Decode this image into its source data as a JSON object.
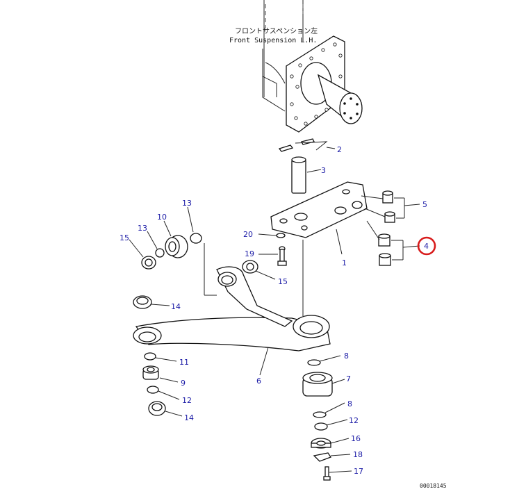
{
  "title": {
    "jp": "フロントサスペンション左",
    "en": "Front Suspension L.H."
  },
  "diagram_code": "00018145",
  "highlight_color": "#d81b1b",
  "label_color": "#1a1aa6",
  "highlighted_part": "4",
  "part_labels": [
    {
      "id": "p1",
      "text": "1"
    },
    {
      "id": "p2",
      "text": "2"
    },
    {
      "id": "p3",
      "text": "3"
    },
    {
      "id": "p4",
      "text": "4"
    },
    {
      "id": "p5",
      "text": "5"
    },
    {
      "id": "p6",
      "text": "6"
    },
    {
      "id": "p7",
      "text": "7"
    },
    {
      "id": "p8a",
      "text": "8"
    },
    {
      "id": "p8b",
      "text": "8"
    },
    {
      "id": "p9",
      "text": "9"
    },
    {
      "id": "p10",
      "text": "10"
    },
    {
      "id": "p11",
      "text": "11"
    },
    {
      "id": "p12a",
      "text": "12"
    },
    {
      "id": "p12b",
      "text": "12"
    },
    {
      "id": "p13a",
      "text": "13"
    },
    {
      "id": "p13b",
      "text": "13"
    },
    {
      "id": "p14a",
      "text": "14"
    },
    {
      "id": "p14b",
      "text": "14"
    },
    {
      "id": "p15a",
      "text": "15"
    },
    {
      "id": "p15b",
      "text": "15"
    },
    {
      "id": "p16",
      "text": "16"
    },
    {
      "id": "p17",
      "text": "17"
    },
    {
      "id": "p18",
      "text": "18"
    },
    {
      "id": "p19",
      "text": "19"
    },
    {
      "id": "p20",
      "text": "20"
    }
  ]
}
